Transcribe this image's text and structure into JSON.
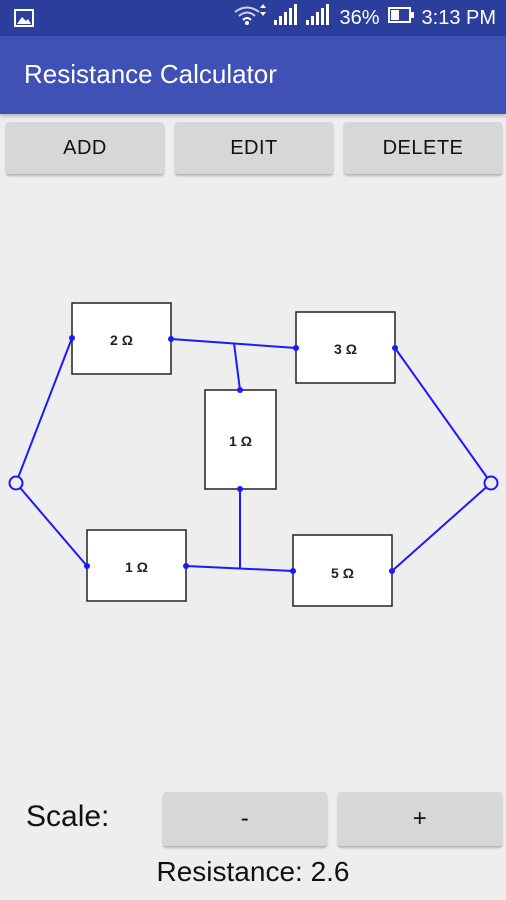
{
  "status_bar": {
    "battery": "36%",
    "time": "3:13 PM",
    "icons": [
      "gallery-icon",
      "wifi-icon",
      "signal-icon",
      "signal-icon",
      "battery-icon"
    ]
  },
  "app_bar": {
    "title": "Resistance Calculator"
  },
  "toolbar": {
    "add_label": "ADD",
    "edit_label": "EDIT",
    "delete_label": "DELETE"
  },
  "circuit": {
    "resistors": [
      {
        "id": "r1",
        "label": "2 Ω"
      },
      {
        "id": "r2",
        "label": "3 Ω"
      },
      {
        "id": "r3",
        "label": "1 Ω"
      },
      {
        "id": "r4",
        "label": "1 Ω"
      },
      {
        "id": "r5",
        "label": "5 Ω"
      }
    ],
    "colors": {
      "wire": "#1a1aff",
      "resistor_border": "#222222",
      "resistor_fill": "#ffffff"
    }
  },
  "scale": {
    "label": "Scale:",
    "minus_label": "-",
    "plus_label": "+"
  },
  "result": {
    "text": "Resistance: 2.6"
  },
  "colors": {
    "status_bar": "#2c3e9c",
    "app_bar": "#3f51b5",
    "button": "#d6d7d7",
    "background": "#eeeeee"
  }
}
